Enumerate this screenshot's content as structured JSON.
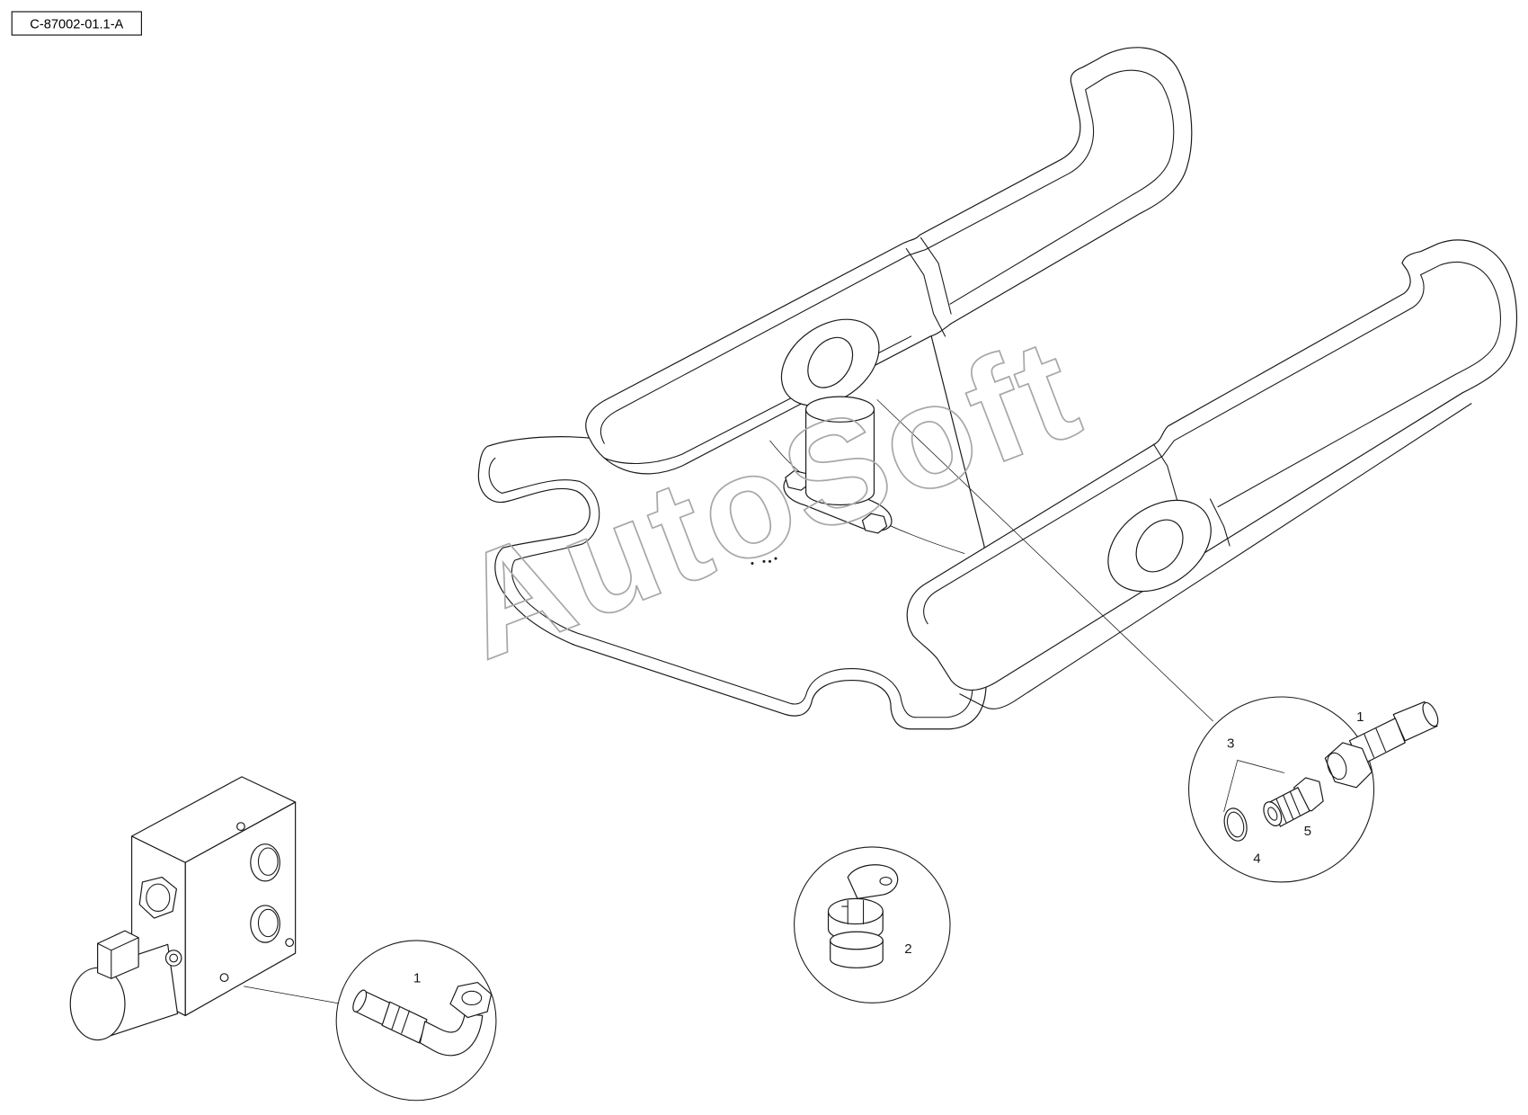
{
  "drawing_code": "C-87002-01.1-A",
  "watermark": "AutoSoft",
  "callouts": {
    "right_hose": "1",
    "right_group": "3",
    "right_adapter": "5",
    "right_oring": "4",
    "middle_bushing": "2",
    "left_hose": "1"
  },
  "colors": {
    "line": "#1a1a1a",
    "watermark": "#a8a8a8",
    "background": "#ffffff"
  }
}
